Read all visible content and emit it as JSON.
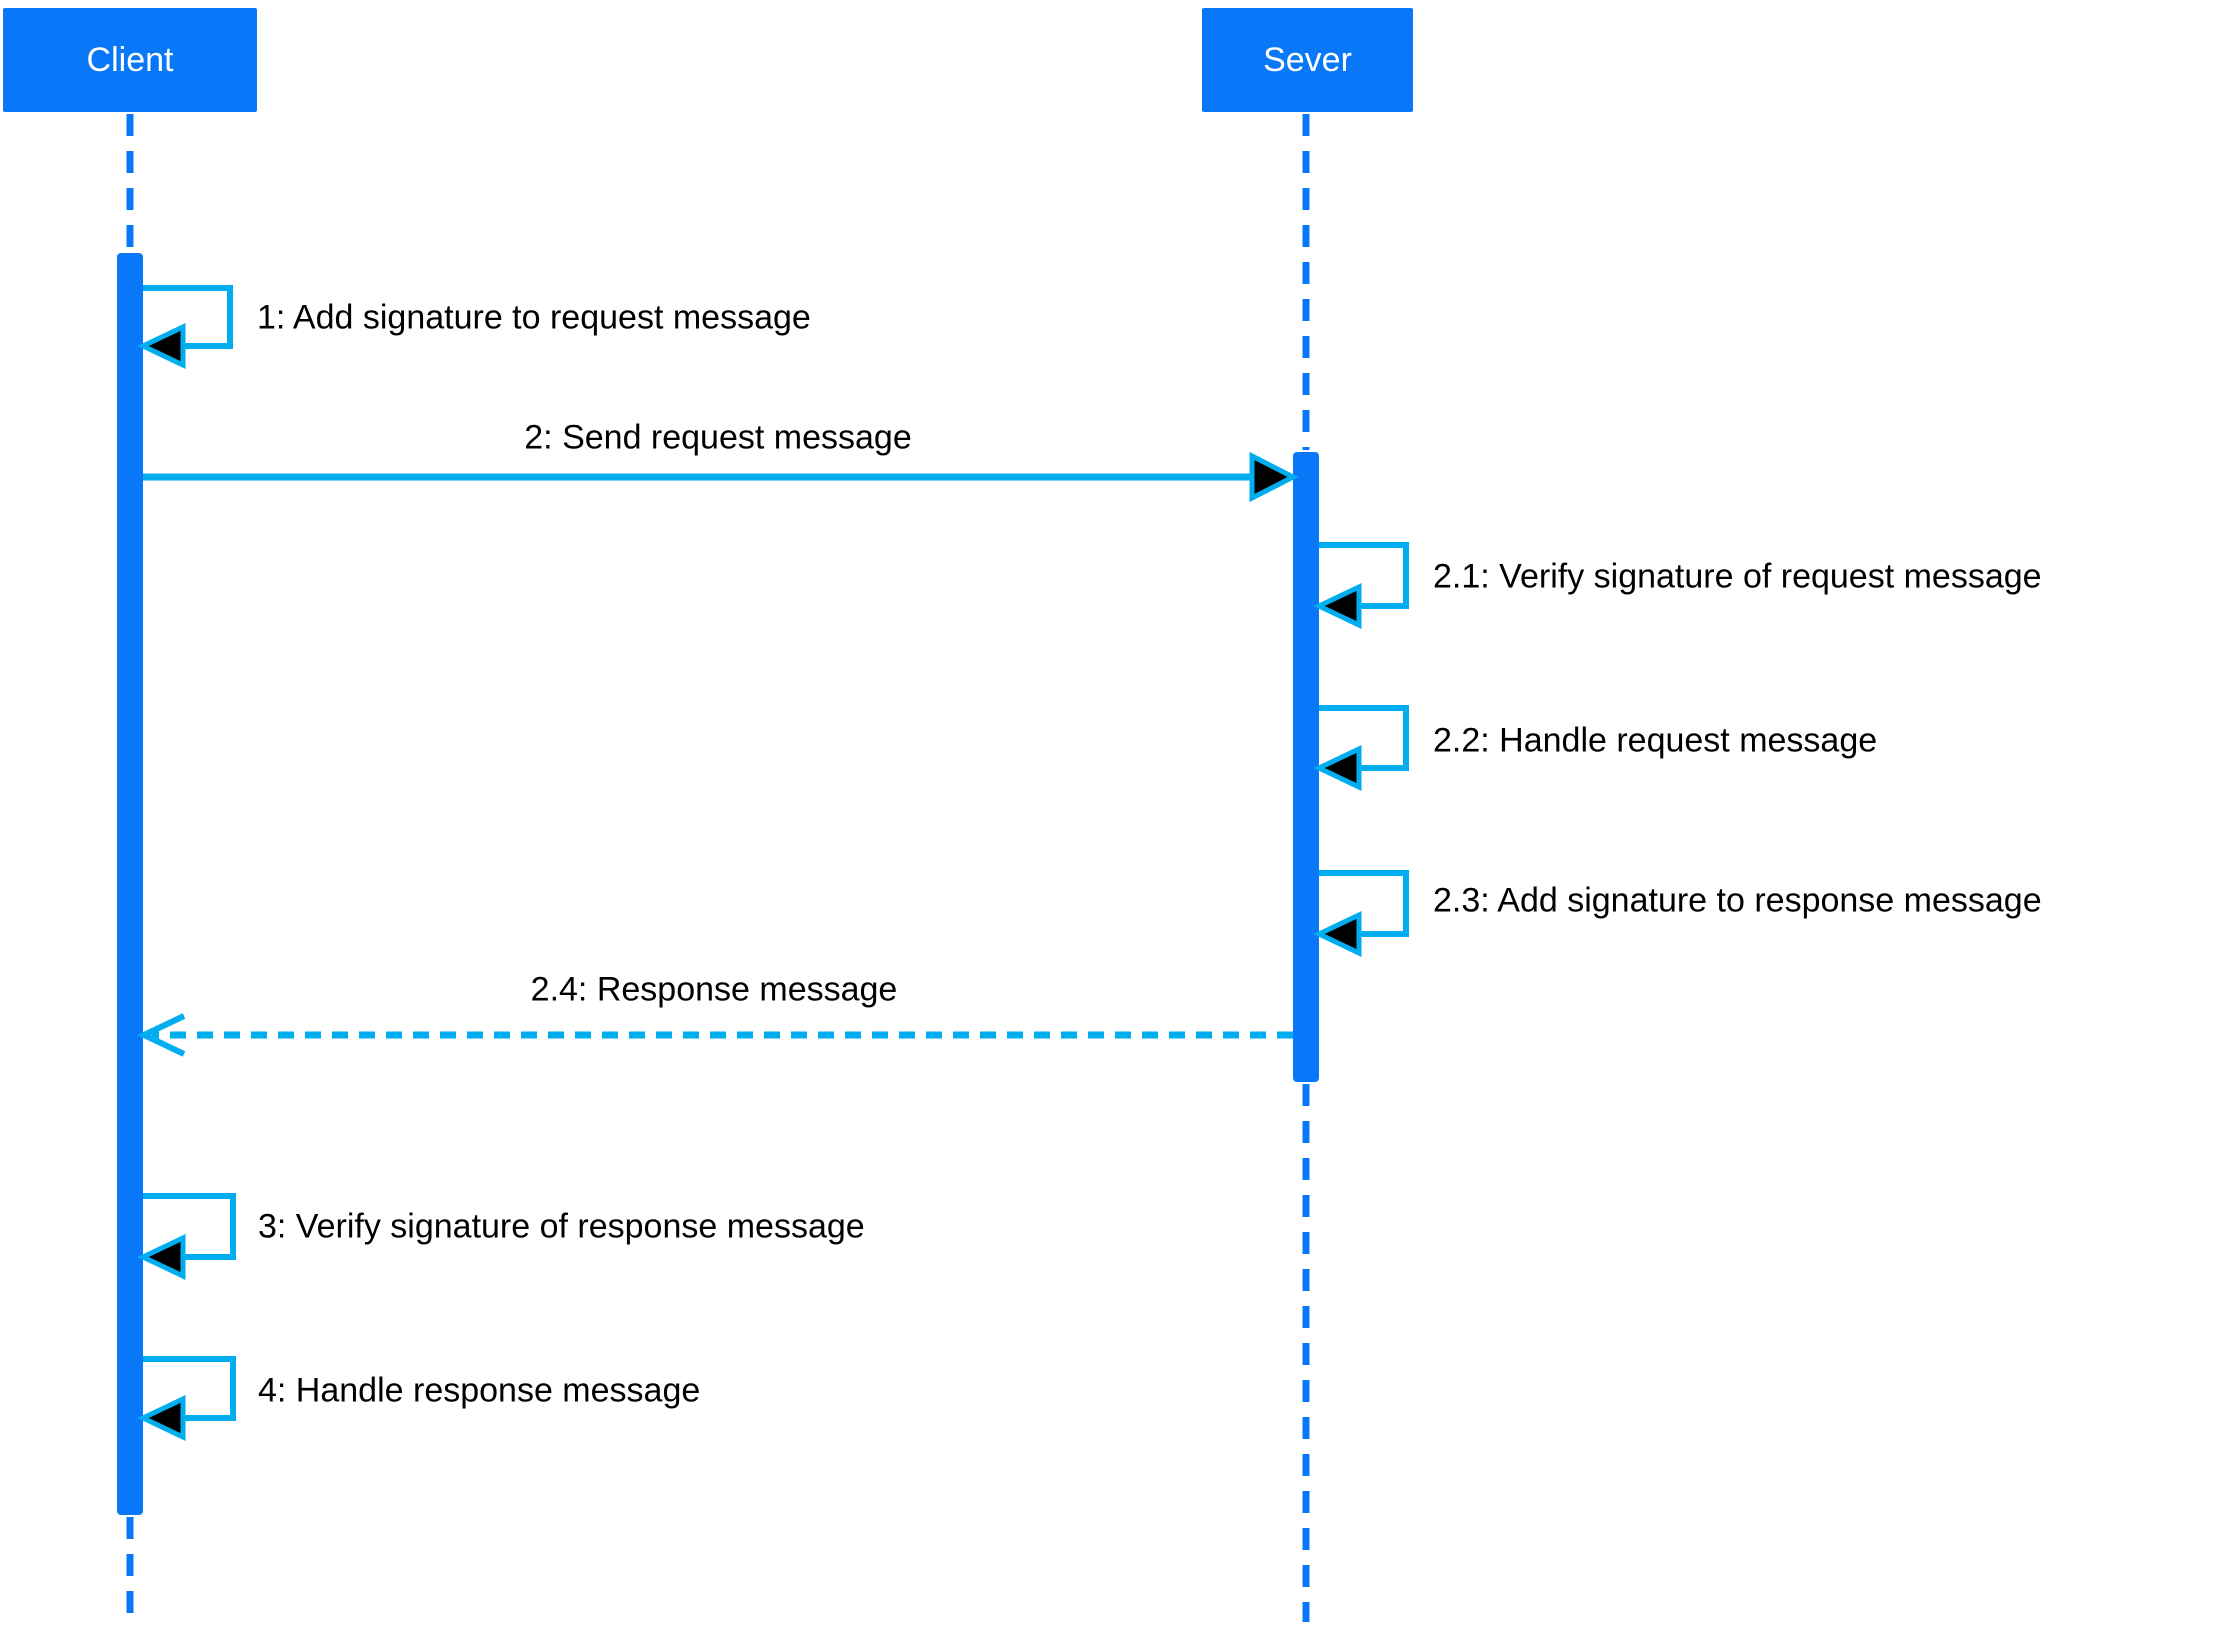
{
  "diagram": {
    "kind": "uml-sequence-diagram",
    "colors": {
      "primary_blue": "#0878F8",
      "accent_cyan": "#00AEF0",
      "label_text": "#000000",
      "actor_text": "#FFFFFF",
      "background": "#FFFFFF"
    },
    "actors": [
      {
        "name": "Client"
      },
      {
        "name": "Sever"
      }
    ],
    "messages": [
      {
        "id": "1",
        "label": "1: Add signature to request message",
        "type": "self-call",
        "lifeline": "Client"
      },
      {
        "id": "2",
        "label": "2: Send request message",
        "type": "call",
        "from": "Client",
        "to": "Sever"
      },
      {
        "id": "2.1",
        "label": "2.1: Verify signature of request message",
        "type": "self-call",
        "lifeline": "Sever"
      },
      {
        "id": "2.2",
        "label": "2.2: Handle request message",
        "type": "self-call",
        "lifeline": "Sever"
      },
      {
        "id": "2.3",
        "label": "2.3: Add signature to response message",
        "type": "self-call",
        "lifeline": "Sever"
      },
      {
        "id": "2.4",
        "label": "2.4: Response message",
        "type": "return",
        "from": "Sever",
        "to": "Client"
      },
      {
        "id": "3",
        "label": "3: Verify signature of response message",
        "type": "self-call",
        "lifeline": "Client"
      },
      {
        "id": "4",
        "label": "4: Handle response message",
        "type": "self-call",
        "lifeline": "Client"
      }
    ]
  }
}
